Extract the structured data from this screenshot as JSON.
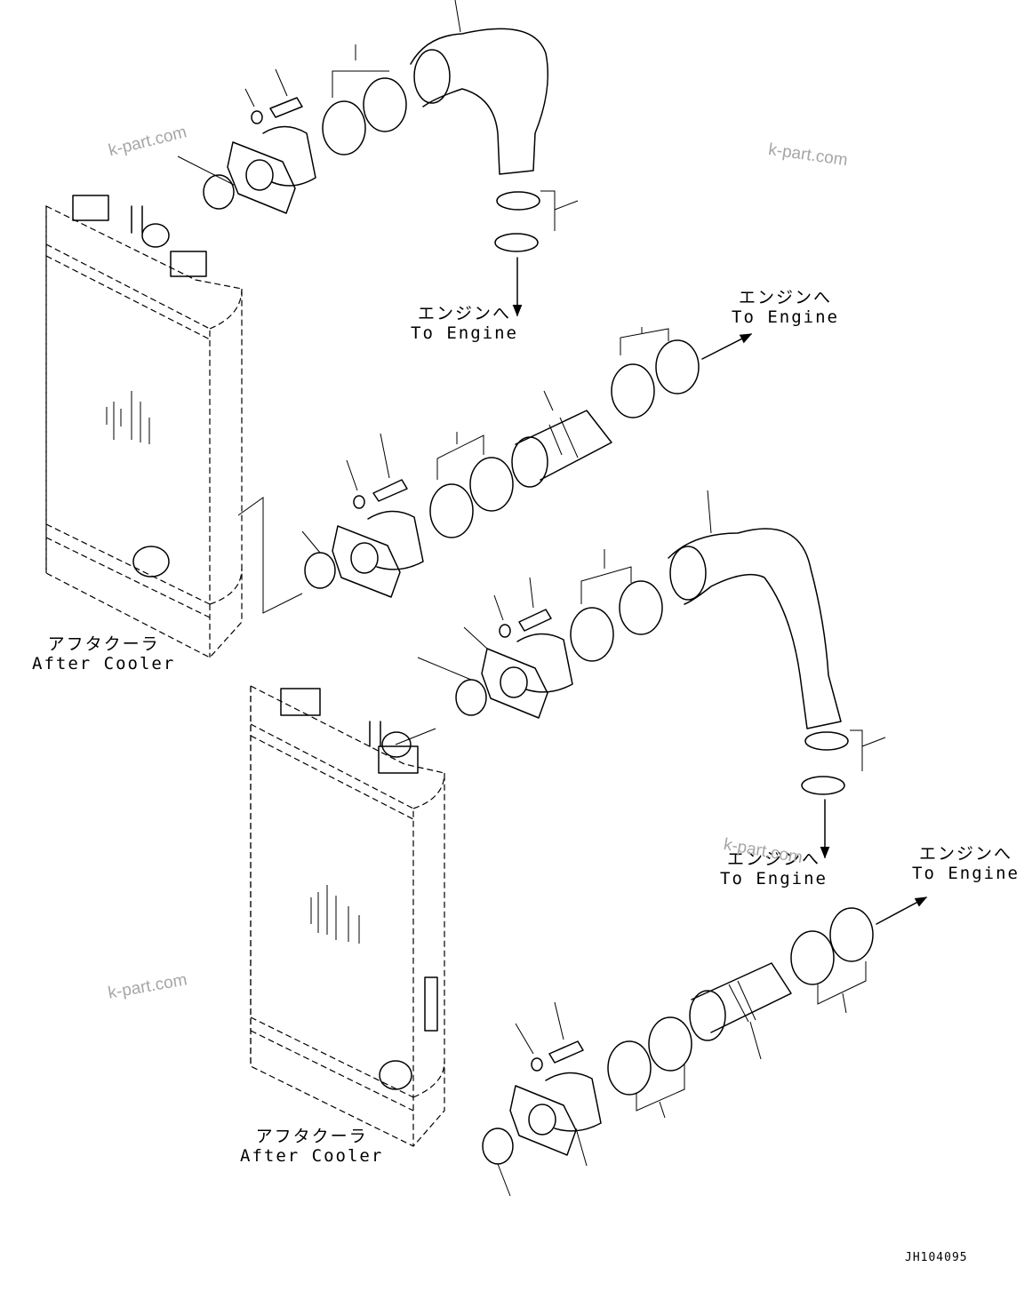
{
  "labels": {
    "to_engine_1": {
      "jp": "エンジンへ",
      "en": "To Engine"
    },
    "to_engine_2": {
      "jp": "エンジンへ",
      "en": "To Engine"
    },
    "to_engine_3": {
      "jp": "エンジンへ",
      "en": "To Engine"
    },
    "to_engine_4": {
      "jp": "エンジンへ",
      "en": "To Engine"
    },
    "after_cooler_1": {
      "jp": "アフタクーラ",
      "en": "After Cooler"
    },
    "after_cooler_2": {
      "jp": "アフタクーラ",
      "en": "After Cooler"
    }
  },
  "watermarks": [
    "k-part.com",
    "k-part.com",
    "k-part.com",
    "k-part.com"
  ],
  "drawing_code": "JH104095",
  "colors": {
    "line": "#000000",
    "watermark": "#a6a6a6",
    "background": "#ffffff"
  }
}
